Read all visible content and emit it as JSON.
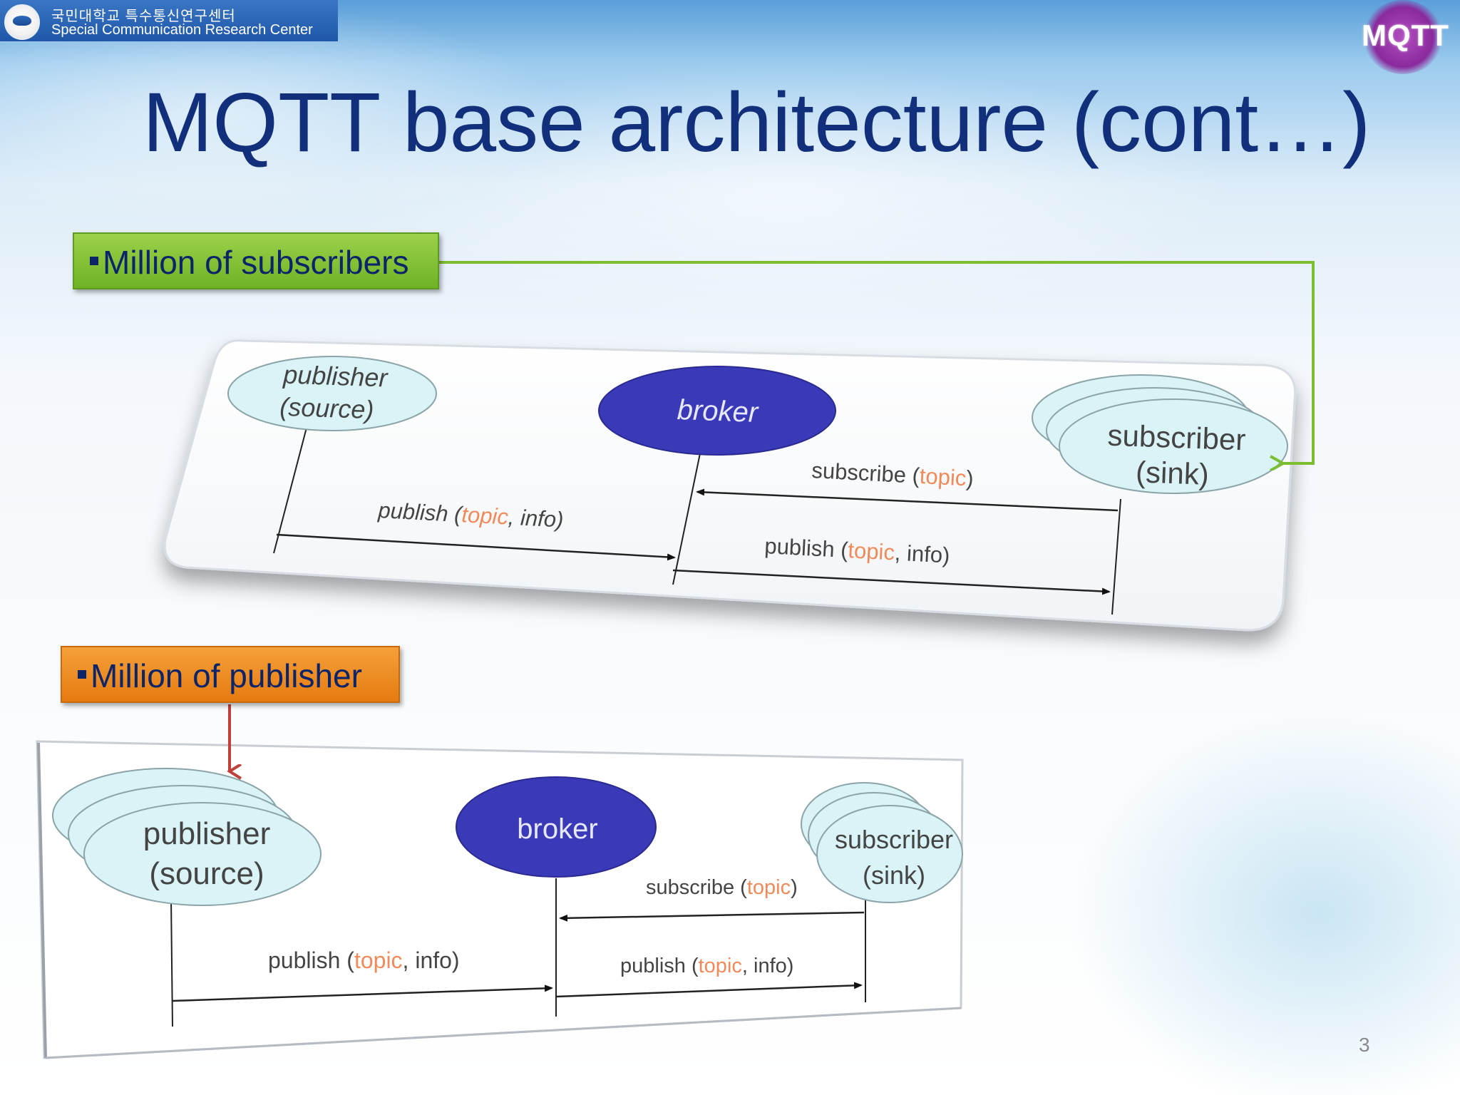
{
  "header": {
    "korean_name": "국민대학교 특수통신연구센터",
    "english_name": "Special Communication Research Center",
    "badge": "MQTT"
  },
  "slide": {
    "title": "MQTT base architecture (cont…)",
    "page_number": "3"
  },
  "callouts": {
    "subscribers": "Million of subscribers",
    "publishers": "Million of publisher"
  },
  "colors": {
    "broker_fill": "#3a3ab8",
    "node_fill": "#d9f3f6",
    "topic_text": "#f08a5a",
    "green_tag": "#7dbd32",
    "orange_tag": "#ee8a1f",
    "title_text": "#112f7a"
  },
  "diagram_top": {
    "publisher_line1": "publisher",
    "publisher_line2": "(source)",
    "broker": "broker",
    "subscriber_line1": "subscriber",
    "subscriber_line2": "(sink)",
    "msg_publish_left": {
      "verb": "publish",
      "topic": "topic",
      "info": "info"
    },
    "msg_subscribe": {
      "verb": "subscribe",
      "topic": "topic"
    },
    "msg_publish_right": {
      "verb": "publish",
      "topic": "topic",
      "info": "info"
    }
  },
  "diagram_bottom": {
    "publisher_line1": "publisher",
    "publisher_line2": "(source)",
    "broker": "broker",
    "subscriber_line1": "subscriber",
    "subscriber_line2": "(sink)",
    "msg_publish_left": {
      "verb": "publish",
      "topic": "topic",
      "info": "info"
    },
    "msg_subscribe": {
      "verb": "subscribe",
      "topic": "topic"
    },
    "msg_publish_right": {
      "verb": "publish",
      "topic": "topic",
      "info": "info"
    }
  }
}
